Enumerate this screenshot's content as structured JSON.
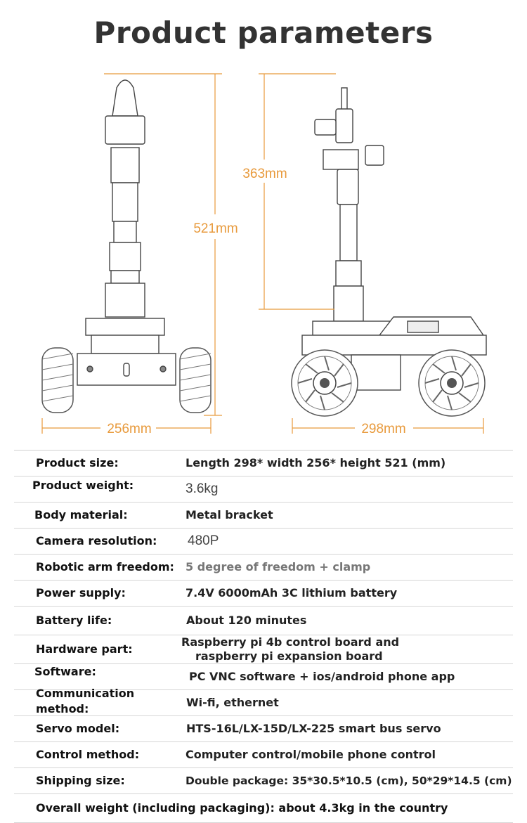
{
  "page": {
    "title": "Product parameters"
  },
  "figure": {
    "front_width": "256mm",
    "side_length": "298mm",
    "total_height": "521mm",
    "arm_height": "363mm",
    "accent_color": "#e89a3c"
  },
  "specs": [
    {
      "label": "Product size:",
      "value": "Length 298* width 256* height 521 (mm)"
    },
    {
      "label": "Product weight:",
      "value": "3.6kg"
    },
    {
      "label": "Body material:",
      "value": "Metal bracket"
    },
    {
      "label": "Camera resolution:",
      "value": "480P"
    },
    {
      "label": "Robotic arm freedom:",
      "value": "5 degree of freedom + clamp"
    },
    {
      "label": "Power supply:",
      "value": "7.4V 6000mAh 3C lithium battery"
    },
    {
      "label": "Battery life:",
      "value": "About 120 minutes"
    },
    {
      "label": "Hardware part:",
      "value_line1": "Raspberry pi 4b control board and",
      "value_line2": "raspberry pi expansion board"
    },
    {
      "label": "Software:",
      "value": "PC VNC software + ios/android phone app"
    },
    {
      "label_line1": "Communication",
      "label_line2": "method:",
      "value": "Wi-fi, ethernet"
    },
    {
      "label": "Servo model:",
      "value": "HTS-16L/LX-15D/LX-225 smart bus servo"
    },
    {
      "label": "Control method:",
      "value": "Computer control/mobile phone control"
    },
    {
      "label": "Shipping size:",
      "value": "Double package: 35*30.5*10.5 (cm), 50*29*14.5 (cm)"
    },
    {
      "label": "Overall weight (including packaging): about 4.3kg in the country"
    }
  ]
}
